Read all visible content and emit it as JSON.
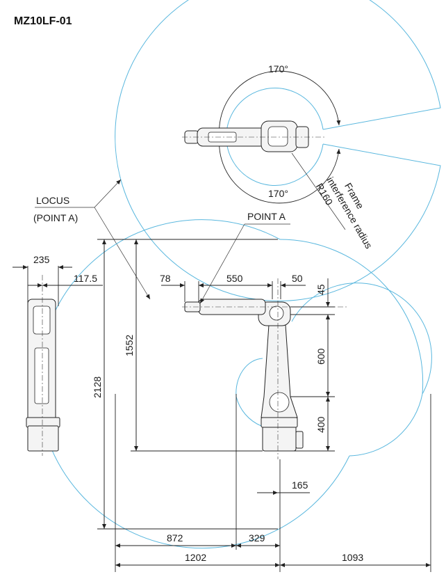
{
  "title": "MZ10LF-01",
  "colors": {
    "locus": "#59b7de",
    "line": "#222222"
  },
  "top_view": {
    "angle_top": "170°",
    "angle_bottom": "170°",
    "frame_label_1": "Frame",
    "frame_label_2": "interference radius",
    "frame_label_3": "R160"
  },
  "labels": {
    "locus_line1": "LOCUS",
    "locus_line2": "(POINT A)",
    "point_a": "POINT A"
  },
  "dimensions": {
    "d235": "235",
    "d117_5": "117.5",
    "d78": "78",
    "d550": "550",
    "d50": "50",
    "d45": "45",
    "d600": "600",
    "d400": "400",
    "d1552": "1552",
    "d2128": "2128",
    "d165": "165",
    "d872": "872",
    "d329": "329",
    "d1202": "1202",
    "d1093": "1093"
  }
}
